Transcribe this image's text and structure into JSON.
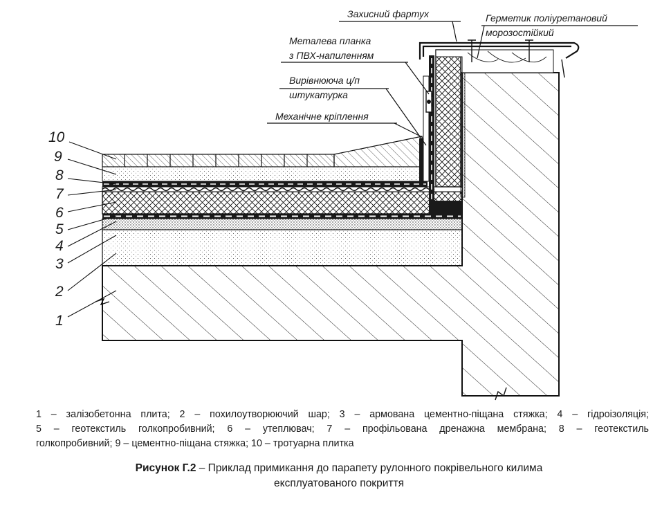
{
  "callouts": {
    "apron": "Захисний фартух",
    "sealant_1": "Герметик поліуретановий",
    "sealant_2": "морозостійкий",
    "strip_1": "Металева планка",
    "strip_2": "з ПВХ-напиленням",
    "plaster_1": "Вирівнююча ц/п",
    "plaster_2": "штукатурка",
    "fastening": "Механічне кріплення"
  },
  "layer_numbers": [
    "10",
    "9",
    "8",
    "7",
    "6",
    "5",
    "4",
    "3",
    "2",
    "1"
  ],
  "legend": {
    "line1": "1 – залізобетонна плита; 2 – похилоутворюючий шар; 3 – армована цементно-піщана стяжка; 4 – гідроізоляція;",
    "line2": "5 – геотекстиль голкопробивний; 6 – утеплювач; 7 – профільована дренажна мембрана; 8 – геотекстиль",
    "line3": "голкопробивний; 9 – цементно-піщана стяжка; 10 – тротуарна плитка"
  },
  "caption": {
    "label": "Рисунок Г.2",
    "dash": " – ",
    "line1": "Приклад примикання до парапету рулонного покрівельного килима",
    "line2": "експлуатованого покриття"
  }
}
